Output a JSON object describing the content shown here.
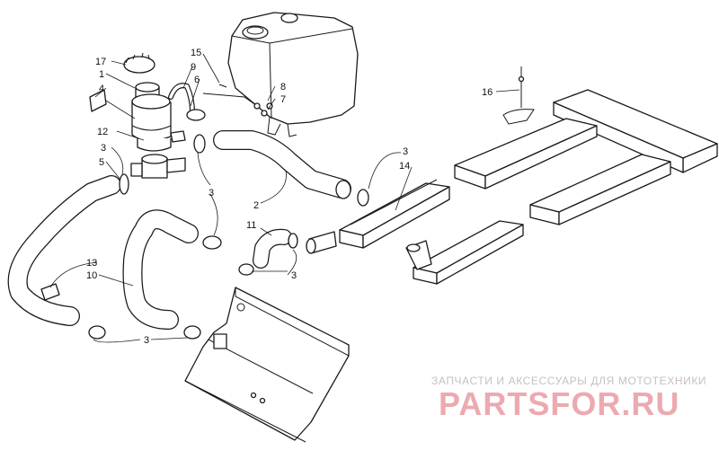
{
  "callouts": [
    {
      "id": "c17",
      "text": "17"
    },
    {
      "id": "c1",
      "text": "1"
    },
    {
      "id": "c4",
      "text": "4"
    },
    {
      "id": "c15",
      "text": "15"
    },
    {
      "id": "c9",
      "text": "9"
    },
    {
      "id": "c6",
      "text": "6"
    },
    {
      "id": "c8",
      "text": "8"
    },
    {
      "id": "c7",
      "text": "7"
    },
    {
      "id": "c12",
      "text": "12"
    },
    {
      "id": "c3a",
      "text": "3"
    },
    {
      "id": "c5",
      "text": "5"
    },
    {
      "id": "c3b",
      "text": "3"
    },
    {
      "id": "c2",
      "text": "2"
    },
    {
      "id": "c3c",
      "text": "3"
    },
    {
      "id": "c14",
      "text": "14"
    },
    {
      "id": "c16",
      "text": "16"
    },
    {
      "id": "c11",
      "text": "11"
    },
    {
      "id": "c3d",
      "text": "3"
    },
    {
      "id": "c13",
      "text": "13"
    },
    {
      "id": "c10",
      "text": "10"
    },
    {
      "id": "c3e",
      "text": "3"
    }
  ],
  "watermark": {
    "subtitle": "ЗАПЧАСТИ И АКСЕССУАРЫ ДЛЯ МОТОТЕХНИКИ",
    "brand": "PARTSFOR.RU"
  },
  "colors": {
    "line": "#1a1a1a",
    "background": "#ffffff",
    "watermark_text": "#ecaab0",
    "watermark_sub": "#c8bfc0"
  }
}
